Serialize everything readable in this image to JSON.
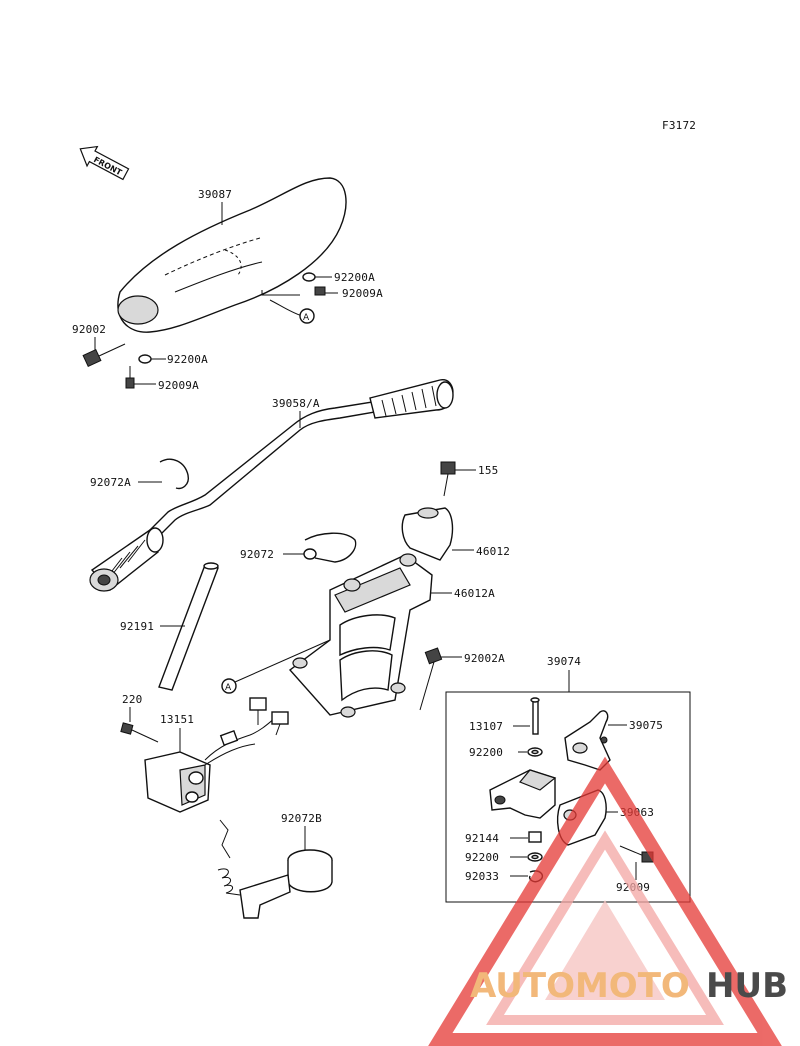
{
  "figure_code": "F3172",
  "front_label": "FRONT",
  "callouts": {
    "a_upper": "A",
    "a_lower": "A"
  },
  "parts": {
    "p39087": "39087",
    "p92200A_1": "92200A",
    "p92009A_1": "92009A",
    "p92002": "92002",
    "p92200A_2": "92200A",
    "p92009A_2": "92009A",
    "p39058A": "39058/A",
    "p92072A": "92072A",
    "p155": "155",
    "p92072": "92072",
    "p46012": "46012",
    "p46012A": "46012A",
    "p92191": "92191",
    "p92002A": "92002A",
    "p220": "220",
    "p13151": "13151",
    "p92072B": "92072B",
    "p39074": "39074",
    "p13107": "13107",
    "p39075": "39075",
    "p92200_1": "92200",
    "p39063": "39063",
    "p92144": "92144",
    "p92200_2": "92200",
    "p92033": "92033",
    "p92009": "92009"
  },
  "watermark": {
    "part1": "AUTOMOTO",
    "part2": "HUB",
    "color1": "#f2b87a",
    "color2": "#4a4a4a",
    "triangle_color": "#e53935"
  }
}
